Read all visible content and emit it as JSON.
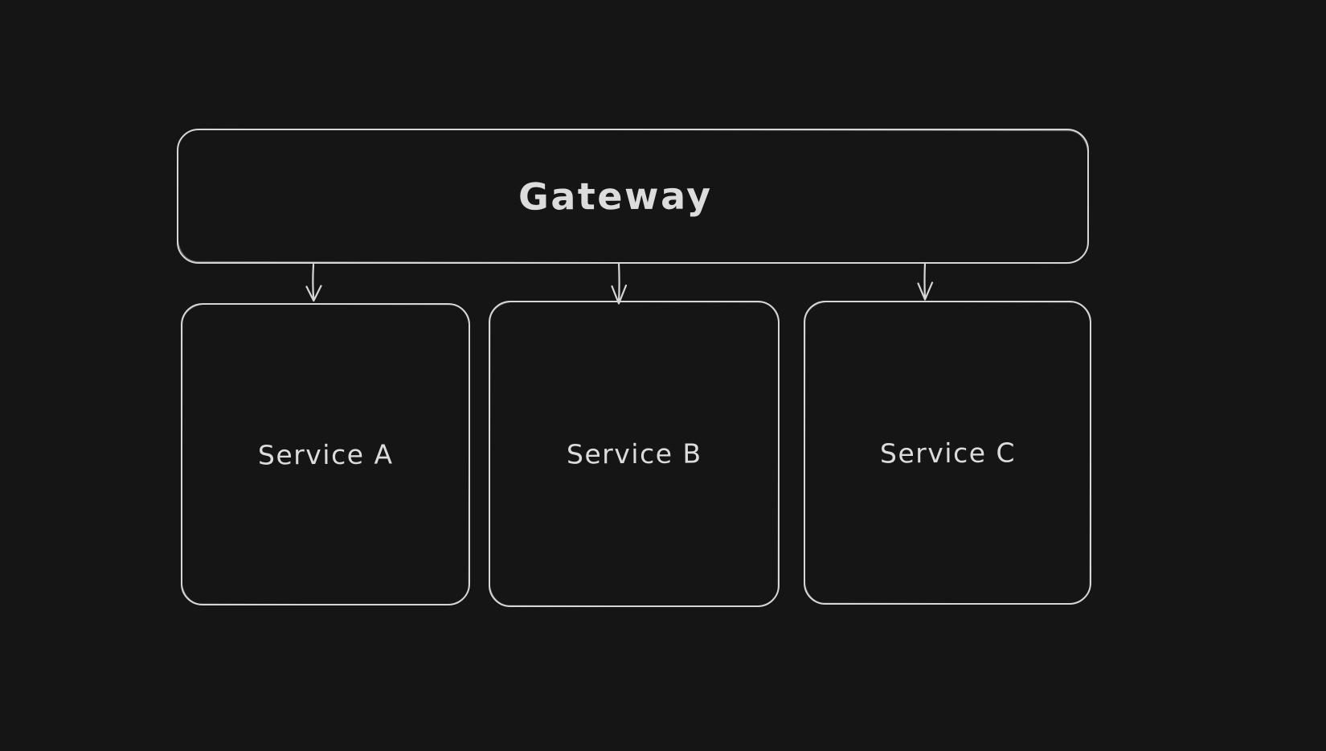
{
  "diagram": {
    "colors": {
      "background": "#151515",
      "stroke": "#d6d6d6",
      "text": "#dcdcdc"
    },
    "nodes": [
      {
        "id": "gateway",
        "label": "Gateway"
      },
      {
        "id": "service-a",
        "label": "Service A"
      },
      {
        "id": "service-b",
        "label": "Service B"
      },
      {
        "id": "service-c",
        "label": "Service C"
      }
    ],
    "edges": [
      {
        "from": "Gateway",
        "to": "Service A"
      },
      {
        "from": "Gateway",
        "to": "Service B"
      },
      {
        "from": "Gateway",
        "to": "Service C"
      }
    ]
  }
}
